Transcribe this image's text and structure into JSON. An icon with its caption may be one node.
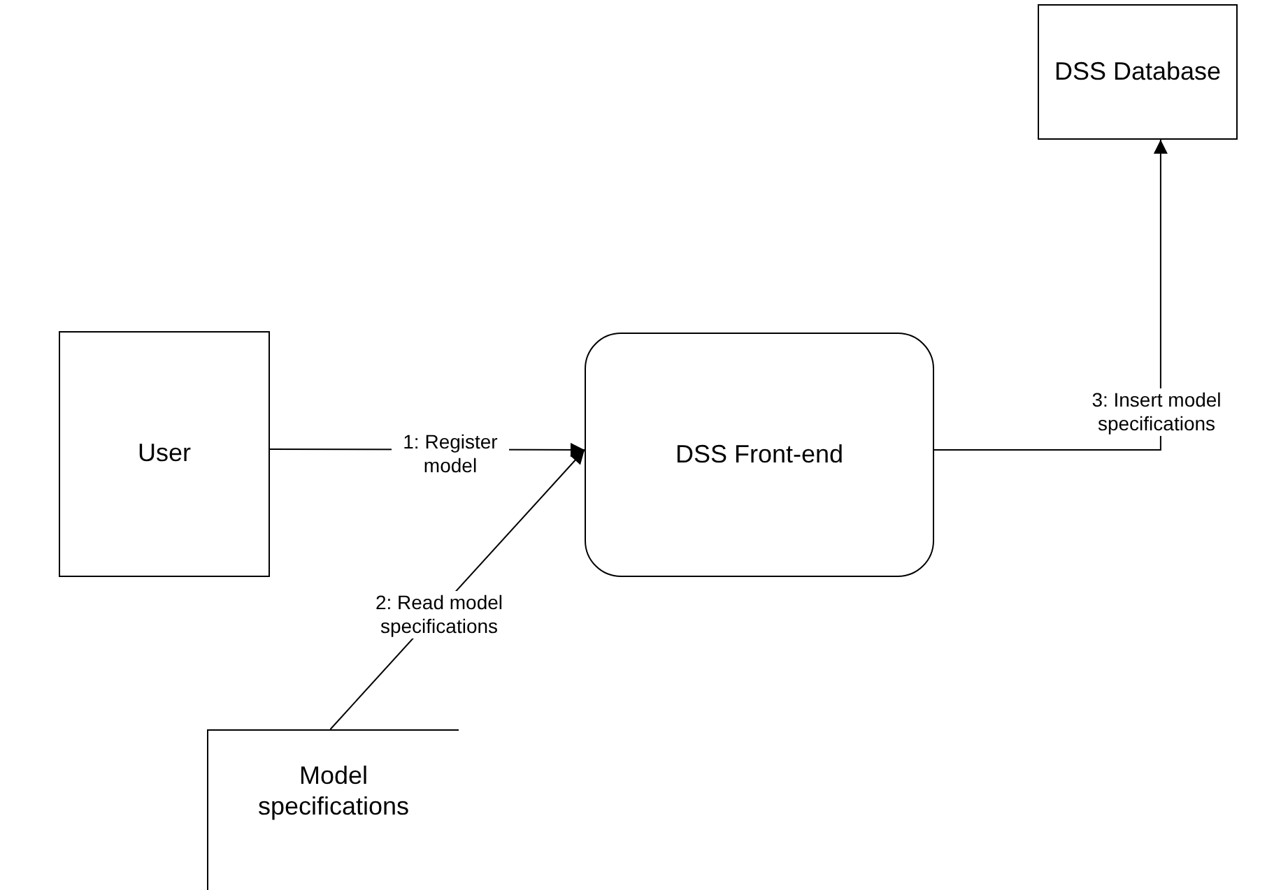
{
  "diagram": {
    "nodes": [
      {
        "text": [
          "User"
        ]
      },
      {
        "text": [
          "DSS Front-end"
        ]
      },
      {
        "text": [
          "DSS Database"
        ]
      },
      {
        "text": [
          "Model specifications"
        ]
      }
    ],
    "edges": [
      {
        "from": 0,
        "to": 1,
        "arrow": "to",
        "label": "1: Register model"
      },
      {
        "from": 3,
        "to": 1,
        "arrow": "to",
        "label": "2: Read model specifications"
      },
      {
        "from": 1,
        "to": 2,
        "arrow": "to",
        "label": "3: Insert model specifications"
      }
    ]
  }
}
